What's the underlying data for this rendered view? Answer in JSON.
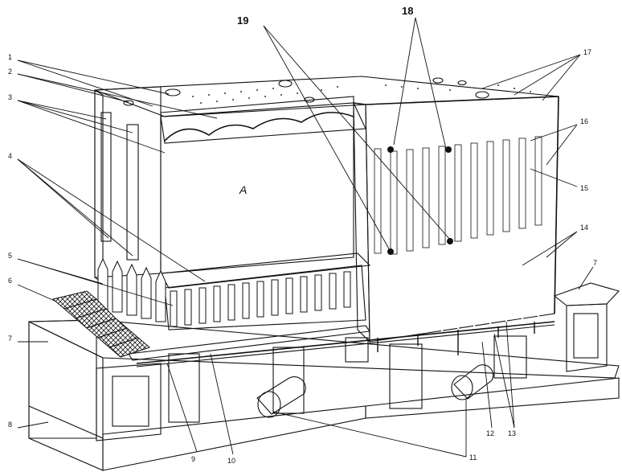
{
  "figure": {
    "chamber_letter": "A",
    "labels": {
      "l1": "1",
      "l2": "2",
      "l3": "3",
      "l4": "4",
      "l5": "5",
      "l6": "6",
      "l7": "7",
      "l8": "8",
      "l9": "9",
      "l10": "10",
      "l11": "11",
      "l12": "12",
      "l13": "13",
      "l14": "14",
      "l15": "15",
      "l16": "16",
      "l17": "17",
      "l18": "18",
      "l19": "19"
    }
  }
}
